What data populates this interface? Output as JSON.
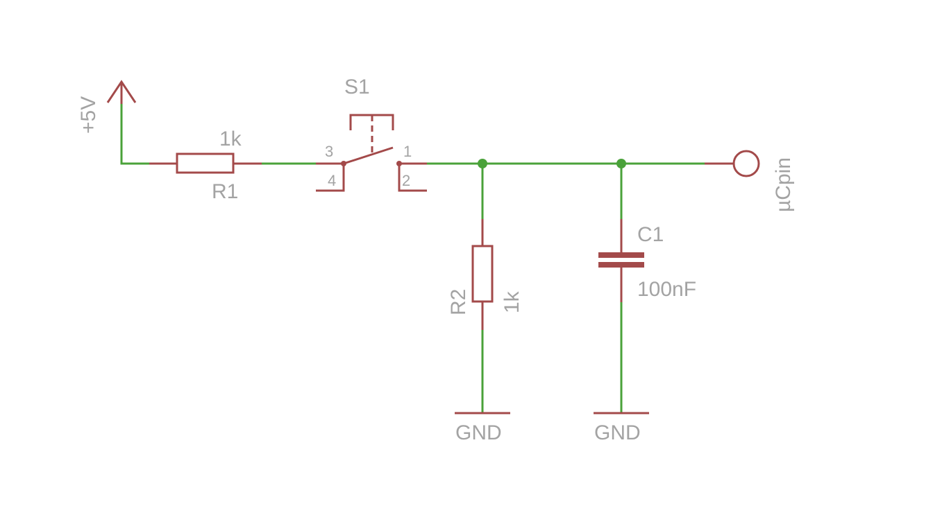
{
  "supply": {
    "label": "+5V"
  },
  "r1": {
    "name": "R1",
    "value": "1k"
  },
  "r2": {
    "name": "R2",
    "value": "1k"
  },
  "s1": {
    "name": "S1",
    "pins": {
      "p1": "1",
      "p2": "2",
      "p3": "3",
      "p4": "4"
    }
  },
  "c1": {
    "name": "C1",
    "value": "100nF"
  },
  "ground": {
    "left": "GND",
    "right": "GND"
  },
  "output": {
    "label": "µCpin"
  },
  "colors": {
    "wire": "#4aa23a",
    "component": "#a34a4a",
    "label": "#a3a3a3",
    "background": "#ffffff"
  }
}
